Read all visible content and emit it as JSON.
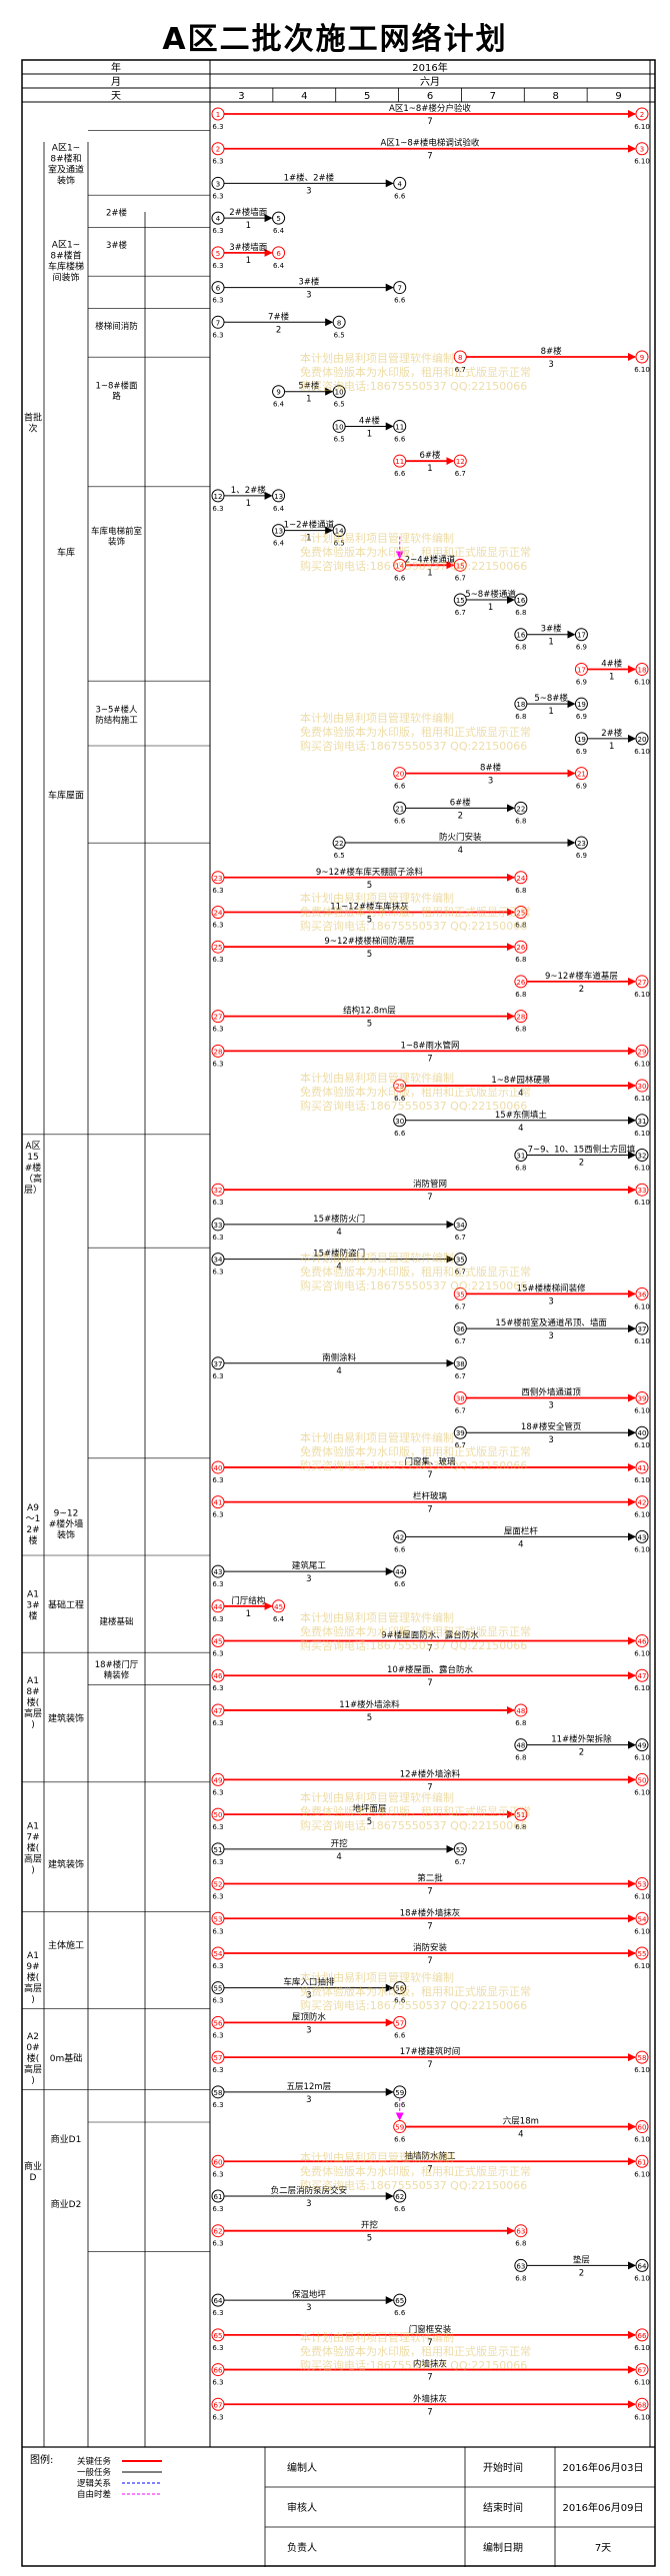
{
  "title": "A区二批次施工网络计划",
  "header": {
    "row_labels": [
      "年",
      "月",
      "天"
    ],
    "year": "2016年",
    "month": "六月",
    "days": [
      "3",
      "4",
      "5",
      "6",
      "7",
      "8",
      "9"
    ]
  },
  "left_labels": {
    "col1": [
      {
        "text": "首批次",
        "row": 20
      },
      {
        "text": "A区15#楼（高层）",
        "row": 66
      },
      {
        "text": "A9～12#楼",
        "row": 88
      },
      {
        "text": "A13#楼",
        "row": 93
      },
      {
        "text": "A18#楼(高层)",
        "row": 99
      },
      {
        "text": "A17#楼(高层)",
        "row": 108
      },
      {
        "text": "A19#楼(高层)",
        "row": 116
      },
      {
        "text": "A20#楼(高层)",
        "row": 121
      },
      {
        "text": "商业D",
        "row": 128
      }
    ],
    "col2": [
      {
        "text": "A区1~8#楼和室及通道装饰",
        "row": 4
      },
      {
        "text": "A区1~8#楼首车库楼梯间装饰",
        "row": 10
      },
      {
        "text": "车库",
        "row": 28
      },
      {
        "text": "车库屋面",
        "row": 43
      },
      {
        "text": "9~12#楼外墙装饰",
        "row": 88
      },
      {
        "text": "基础工程",
        "row": 93
      },
      {
        "text": "建筑装饰",
        "row": 100
      },
      {
        "text": "建筑装饰",
        "row": 109
      },
      {
        "text": "主体施工",
        "row": 114
      },
      {
        "text": "0m基础",
        "row": 121
      },
      {
        "text": "商业D1",
        "row": 126
      },
      {
        "text": "商业D2",
        "row": 130
      }
    ],
    "col3": [
      {
        "text": "2#楼",
        "row": 7
      },
      {
        "text": "3#楼",
        "row": 9
      },
      {
        "text": "楼梯间消防",
        "row": 14
      },
      {
        "text": "1~8#楼面路",
        "row": 18
      },
      {
        "text": "车库电梯前室装饰",
        "row": 27
      },
      {
        "text": "3~5#楼人防结构施工",
        "row": 38
      },
      {
        "text": "建楼基础",
        "row": 94
      },
      {
        "text": "18#楼门厅精装修",
        "row": 97
      }
    ]
  },
  "activities": [
    {
      "label": "A区1~8#楼分户验收",
      "dur": "7"
    },
    {
      "label": "A区1~8#楼电梯调试验收",
      "dur": "7"
    },
    {
      "label": "1#楼、2#楼",
      "dur": "3"
    },
    {
      "label": "2#楼墙面",
      "dur": "1"
    },
    {
      "label": "3#楼墙面",
      "dur": "1"
    },
    {
      "label": "3#楼",
      "dur": "3"
    },
    {
      "label": "7#楼",
      "dur": "2"
    },
    {
      "label": "8#楼",
      "dur": "3"
    },
    {
      "label": "5#楼",
      "dur": "1"
    },
    {
      "label": "4#楼",
      "dur": "1"
    },
    {
      "label": "6#楼",
      "dur": "1"
    },
    {
      "label": "1、2#楼",
      "dur": "1"
    },
    {
      "label": "1~2#楼通道",
      "dur": "1"
    },
    {
      "label": "2~4#楼通道",
      "dur": "1"
    },
    {
      "label": "5~8#楼通道",
      "dur": "1"
    },
    {
      "label": "3#楼",
      "dur": "1"
    },
    {
      "label": "4#楼",
      "dur": "1"
    },
    {
      "label": "5~8#楼",
      "dur": "1"
    },
    {
      "label": "2#楼",
      "dur": "1"
    },
    {
      "label": "8#楼",
      "dur": "3"
    },
    {
      "label": "6#楼",
      "dur": "2"
    },
    {
      "label": "防火门安装",
      "dur": "4"
    },
    {
      "label": "9~12#楼车库天棚腻子涂料",
      "dur": "5"
    },
    {
      "label": "11~12#楼车库抹灰",
      "dur": "5"
    },
    {
      "label": "9~12#楼楼梯间防潮层",
      "dur": "5"
    },
    {
      "label": "9~12#楼车道基层",
      "dur": "2"
    },
    {
      "label": "结构12.8m层",
      "dur": "5"
    },
    {
      "label": "1~8#雨水管网",
      "dur": "7"
    },
    {
      "label": "1~8#园林硬景",
      "dur": "4"
    },
    {
      "label": "15#东侧填土",
      "dur": "4"
    },
    {
      "label": "7~9、10、15西侧土方回填",
      "dur": "2"
    },
    {
      "label": "消防管网",
      "dur": "7"
    },
    {
      "label": "15#楼防火门",
      "dur": "4"
    },
    {
      "label": "15#楼防盗门",
      "dur": "4"
    },
    {
      "label": "15#楼楼梯间装修",
      "dur": "3"
    },
    {
      "label": "15#楼前室及通道吊顶、墙面",
      "dur": "3"
    },
    {
      "label": "南侧涂料",
      "dur": "4"
    },
    {
      "label": "西侧外墙通道顶",
      "dur": "3"
    },
    {
      "label": "18#楼安全管页",
      "dur": "3"
    },
    {
      "label": "门窗集、玻璃",
      "dur": "7"
    },
    {
      "label": "栏杆玻璃",
      "dur": "7"
    },
    {
      "label": "屋面栏杆",
      "dur": "4"
    },
    {
      "label": "建筑尾工",
      "dur": "3"
    },
    {
      "label": "门厅结构",
      "dur": "1"
    },
    {
      "label": "9#楼屋面防水、露台防水",
      "dur": "7"
    },
    {
      "label": "10#楼屋面、露台防水",
      "dur": "7"
    },
    {
      "label": "11#楼外墙涂料",
      "dur": "5"
    },
    {
      "label": "11#楼外架拆除",
      "dur": "2"
    },
    {
      "label": "12#楼外墙涂料",
      "dur": "7"
    },
    {
      "label": "地坪面层",
      "dur": "5"
    },
    {
      "label": "开挖",
      "dur": "4"
    },
    {
      "label": "第二批",
      "dur": "7"
    },
    {
      "label": "18#楼外墙抹灰",
      "dur": "7"
    },
    {
      "label": "消防安装",
      "dur": "7"
    },
    {
      "label": "车库入口抽排",
      "dur": "3"
    },
    {
      "label": "屋顶防水",
      "dur": "3"
    },
    {
      "label": "17#楼建筑时间",
      "dur": "7"
    },
    {
      "label": "五层12m层",
      "dur": "3"
    },
    {
      "label": "六层18m",
      "dur": "4"
    },
    {
      "label": "抽墙防水施工",
      "dur": "7"
    },
    {
      "label": "负二层消防泵房交安",
      "dur": "3"
    },
    {
      "label": "开挖",
      "dur": "5"
    },
    {
      "label": "垫层",
      "dur": "2"
    },
    {
      "label": "保温地坪",
      "dur": "3"
    },
    {
      "label": "门窗框安装",
      "dur": "7"
    },
    {
      "label": "内墙抹灰",
      "dur": "7"
    },
    {
      "label": "外墙抹灰",
      "dur": "7"
    }
  ],
  "node_dates": [
    "6.3",
    "6.4",
    "6.5",
    "6.6",
    "6.7",
    "6.8",
    "6.9",
    "6.10"
  ],
  "legend": {
    "title": "图例:",
    "items": [
      "关键任务",
      "一般任务",
      "逻辑关系",
      "自由时差"
    ],
    "colors": {
      "critical": "#ff0000",
      "normal": "#000000",
      "logic": "#0000ff",
      "float": "#ff00ff"
    }
  },
  "footer": {
    "compiler_label": "编制人",
    "reviewer_label": "审核人",
    "manager_label": "负责人",
    "start_label": "开始时间",
    "start_value": "2016年06月03日",
    "end_label": "结束时间",
    "end_value": "2016年06月09日",
    "duration_label": "编制日期",
    "duration_value": "7天"
  },
  "watermark": {
    "line1": "本计划由易利项目管理软件编制",
    "line2": "免费体验版本为水印版，租用和正式版显示正常",
    "line3": "购买咨询电话:18675550537 QQ:22150066"
  }
}
